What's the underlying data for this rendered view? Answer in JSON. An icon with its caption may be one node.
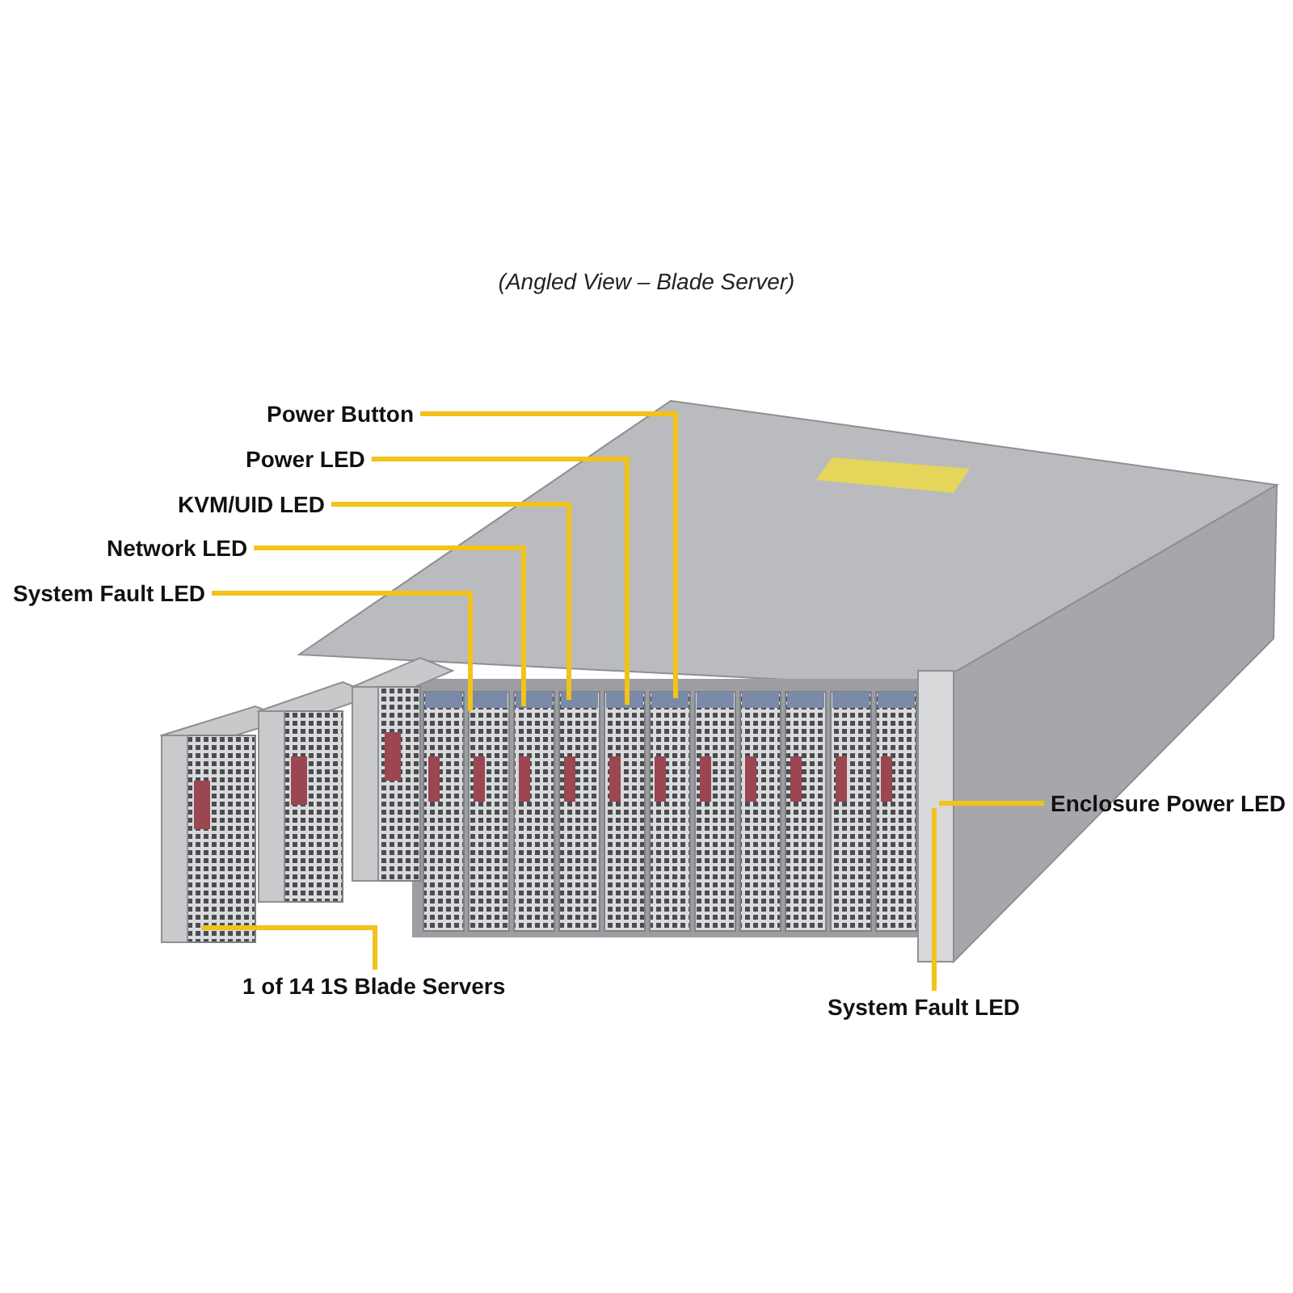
{
  "diagram": {
    "title": "(Angled View – Blade Server)",
    "nodes": [
      {
        "text": [
          "Power Button"
        ]
      },
      {
        "text": [
          "Power LED"
        ]
      },
      {
        "text": [
          "KVM/UID LED"
        ]
      },
      {
        "text": [
          "Network LED"
        ]
      },
      {
        "text": [
          "System Fault LED"
        ]
      },
      {
        "text": [
          "Enclosure Power LED"
        ]
      },
      {
        "text": [
          "1 of 14 1S Blade Servers"
        ]
      },
      {
        "text": [
          "System Fault LED"
        ]
      }
    ],
    "edges": [
      {
        "from": 0,
        "to": null,
        "arrow": "none"
      },
      {
        "from": 1,
        "to": null,
        "arrow": "none"
      },
      {
        "from": 2,
        "to": null,
        "arrow": "none"
      },
      {
        "from": 3,
        "to": null,
        "arrow": "none"
      },
      {
        "from": 4,
        "to": null,
        "arrow": "none"
      },
      {
        "from": 5,
        "to": null,
        "arrow": "none"
      },
      {
        "from": 6,
        "to": null,
        "arrow": "none"
      },
      {
        "from": 7,
        "to": null,
        "arrow": "none"
      }
    ]
  }
}
